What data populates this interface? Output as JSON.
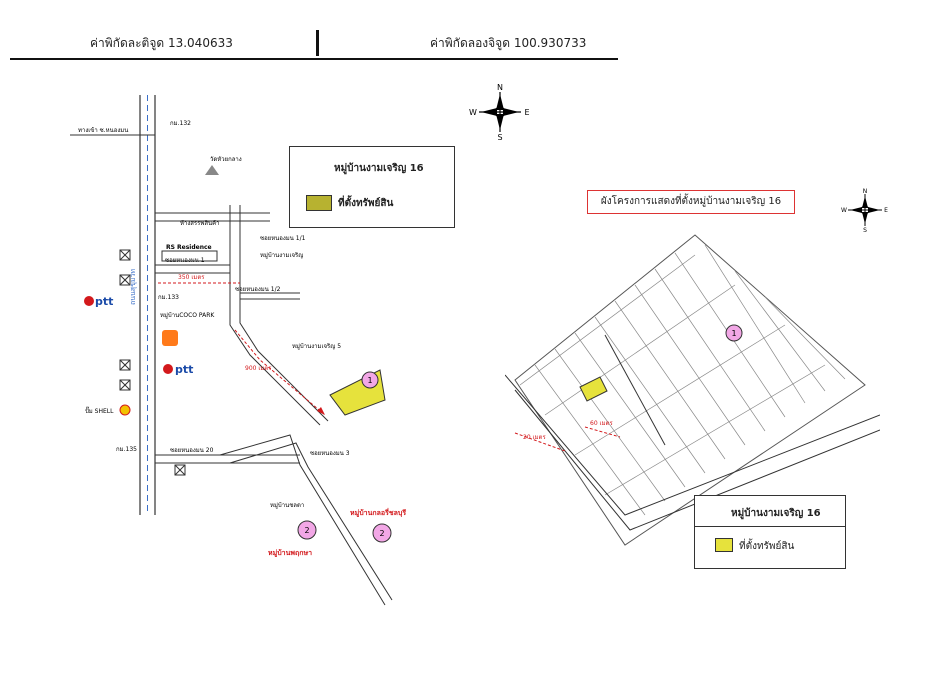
{
  "header": {
    "latitude": "ค่าพิกัดละติจูด 13.040633",
    "longitude": "ค่าพิกัดลองจิจูด 100.930733"
  },
  "compass": {
    "n": "N",
    "s": "S",
    "e": "E",
    "w": "W"
  },
  "left_map": {
    "legend_title": "หมู่บ้านงามเจริญ 16",
    "legend_label": "ที่ตั้งทรัพย์สิน",
    "highway_label": "ถนนสุขุมวิท",
    "labels": {
      "km132": "กม.132",
      "road_top": "ทางเข้า ซ.หนองมน",
      "mall": "ห้างสรรพสินค้า",
      "temple": "วัดหัวยกลาง",
      "soi_1": "ซอยหนองมน 1",
      "rs_residence": "RS Residence",
      "ngamcharoen": "หมู่บ้านงามเจริญ",
      "soi_1_1": "ซอยหนองมน 1/1",
      "dist_350": "350 เมตร",
      "km133": "กม.133",
      "soi_1_2": "ซอยหนองมน 1/2",
      "coco_park": "หมู่บ้านCOCO PARK",
      "ngamcharoen_5": "หมู่บ้านงามเจริญ 5",
      "dist_900": "900 เมตร",
      "ptt_1": "ptt",
      "ptt_2": "ptt",
      "shell": "ปั๊ม SHELL",
      "km135": "กม.135",
      "soi_20": "ซอยหนองมน 20",
      "soi_3": "ซอยหนองมน 3",
      "chonlada": "หมู่บ้านชลดา",
      "marker_1": "1",
      "marker_2a": "2",
      "marker_2b": "2",
      "red_label_1": "หมู่บ้านกลอรี่ชลบุรี",
      "red_label_2": "หมู่บ้านพฤกษา"
    }
  },
  "right_map": {
    "title": "ผังโครงการแสดงที่ตั้งหมู่บ้านงามเจริญ 16",
    "legend_title": "หมู่บ้านงามเจริญ 16",
    "legend_label": "ที่ตั้งทรัพย์สิน",
    "marker_1": "1",
    "dist_60": "60 เมตร",
    "dist_20": "20 เมตร"
  },
  "colors": {
    "property_fill": "#e6e23c",
    "legend_swatch": "#b7b230",
    "marker_fill": "#f2a7e6",
    "red_text": "#d3191c",
    "road": "#333333"
  }
}
